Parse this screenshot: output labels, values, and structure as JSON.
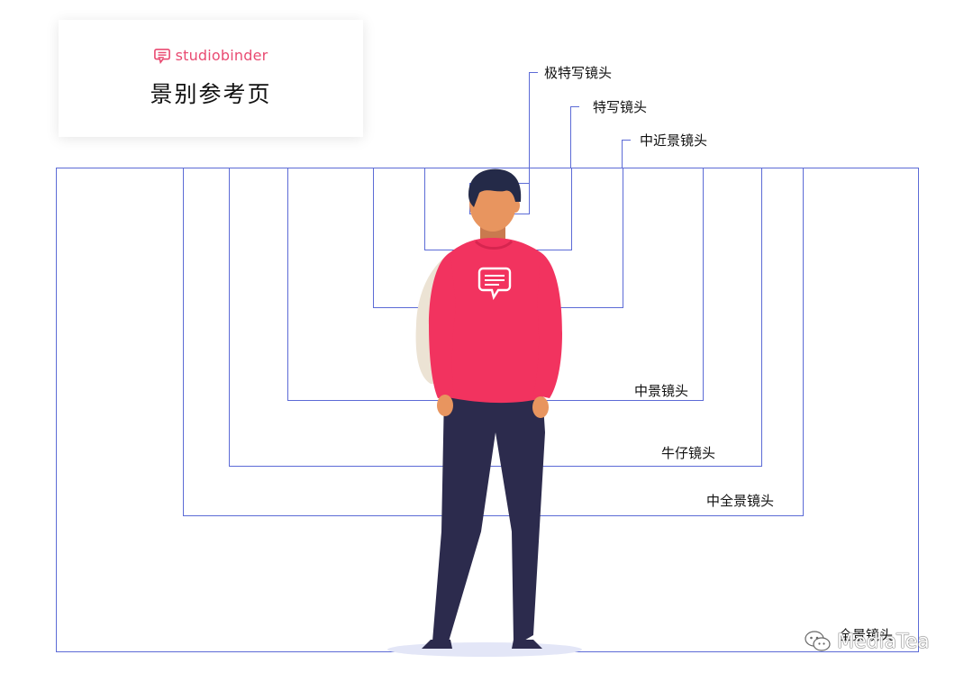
{
  "card": {
    "brand": "studiobinder",
    "title": "景别参考页"
  },
  "shots": {
    "extreme_close_up": "极特写镜头",
    "close_up": "特写镜头",
    "medium_close_up": "中近景镜头",
    "medium": "中景镜头",
    "cowboy": "牛仔镜头",
    "medium_full": "中全景镜头",
    "full": "全景镜头"
  },
  "watermark": "MediaTea",
  "colors": {
    "frame_line": "#5c6bd6",
    "brand": "#e94b72",
    "sweater": "#f2335f",
    "pants": "#2c2b4d",
    "skin": "#e8955f",
    "hair": "#242a48",
    "bag": "#ece3d4"
  },
  "icons": [
    "chat-bubble-logo-icon",
    "wechat-icon"
  ]
}
